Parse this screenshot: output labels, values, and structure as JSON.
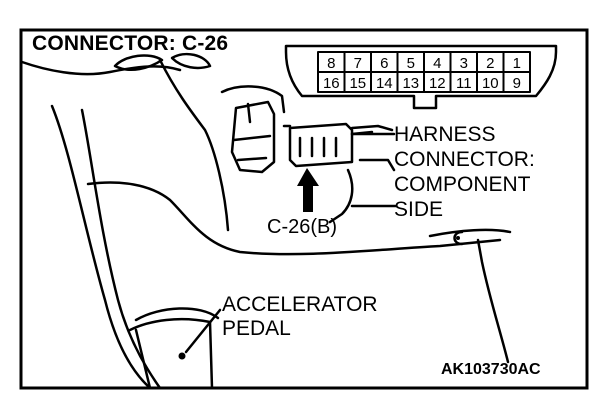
{
  "title": "CONNECTOR: C-26",
  "connector": {
    "top_row": [
      "8",
      "7",
      "6",
      "5",
      "4",
      "3",
      "2",
      "1"
    ],
    "bottom_row": [
      "16",
      "15",
      "14",
      "13",
      "12",
      "11",
      "10",
      "9"
    ]
  },
  "callouts": {
    "harness": [
      "HARNESS",
      "CONNECTOR:",
      "COMPONENT",
      "SIDE"
    ],
    "connector_id": "C-26(B)",
    "pedal": [
      "ACCELERATOR",
      "PEDAL"
    ]
  },
  "figure_code": "AK103730AC"
}
